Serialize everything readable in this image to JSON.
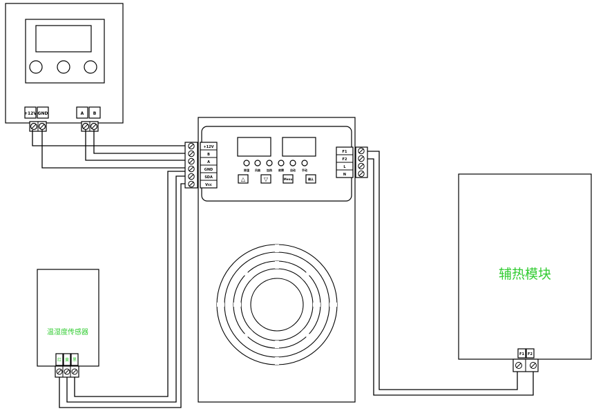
{
  "remote_display": {
    "left_terminal_labels": [
      "+12V",
      "GND"
    ],
    "right_terminal_labels": [
      "A",
      "B"
    ]
  },
  "controller": {
    "left_terminal_labels": [
      "+12V",
      "B",
      "A",
      "GND",
      "SDA",
      "Vcc"
    ],
    "right_terminal_labels": [
      "F1",
      "F2",
      "L",
      "N"
    ],
    "indicator_labels": [
      "除湿",
      "风扇",
      "加热",
      "故障",
      "自动",
      "手动"
    ],
    "key_labels": [
      "△",
      "▽",
      "Menu",
      "确认"
    ]
  },
  "sensor": {
    "title": "温湿度传感器",
    "terminal_labels": [
      "红",
      "黄",
      "黑"
    ],
    "text_color": "#33cc33"
  },
  "heater": {
    "title": "辅热模块",
    "terminal_labels": [
      "F1",
      "F2"
    ],
    "text_color": "#33cc33"
  }
}
